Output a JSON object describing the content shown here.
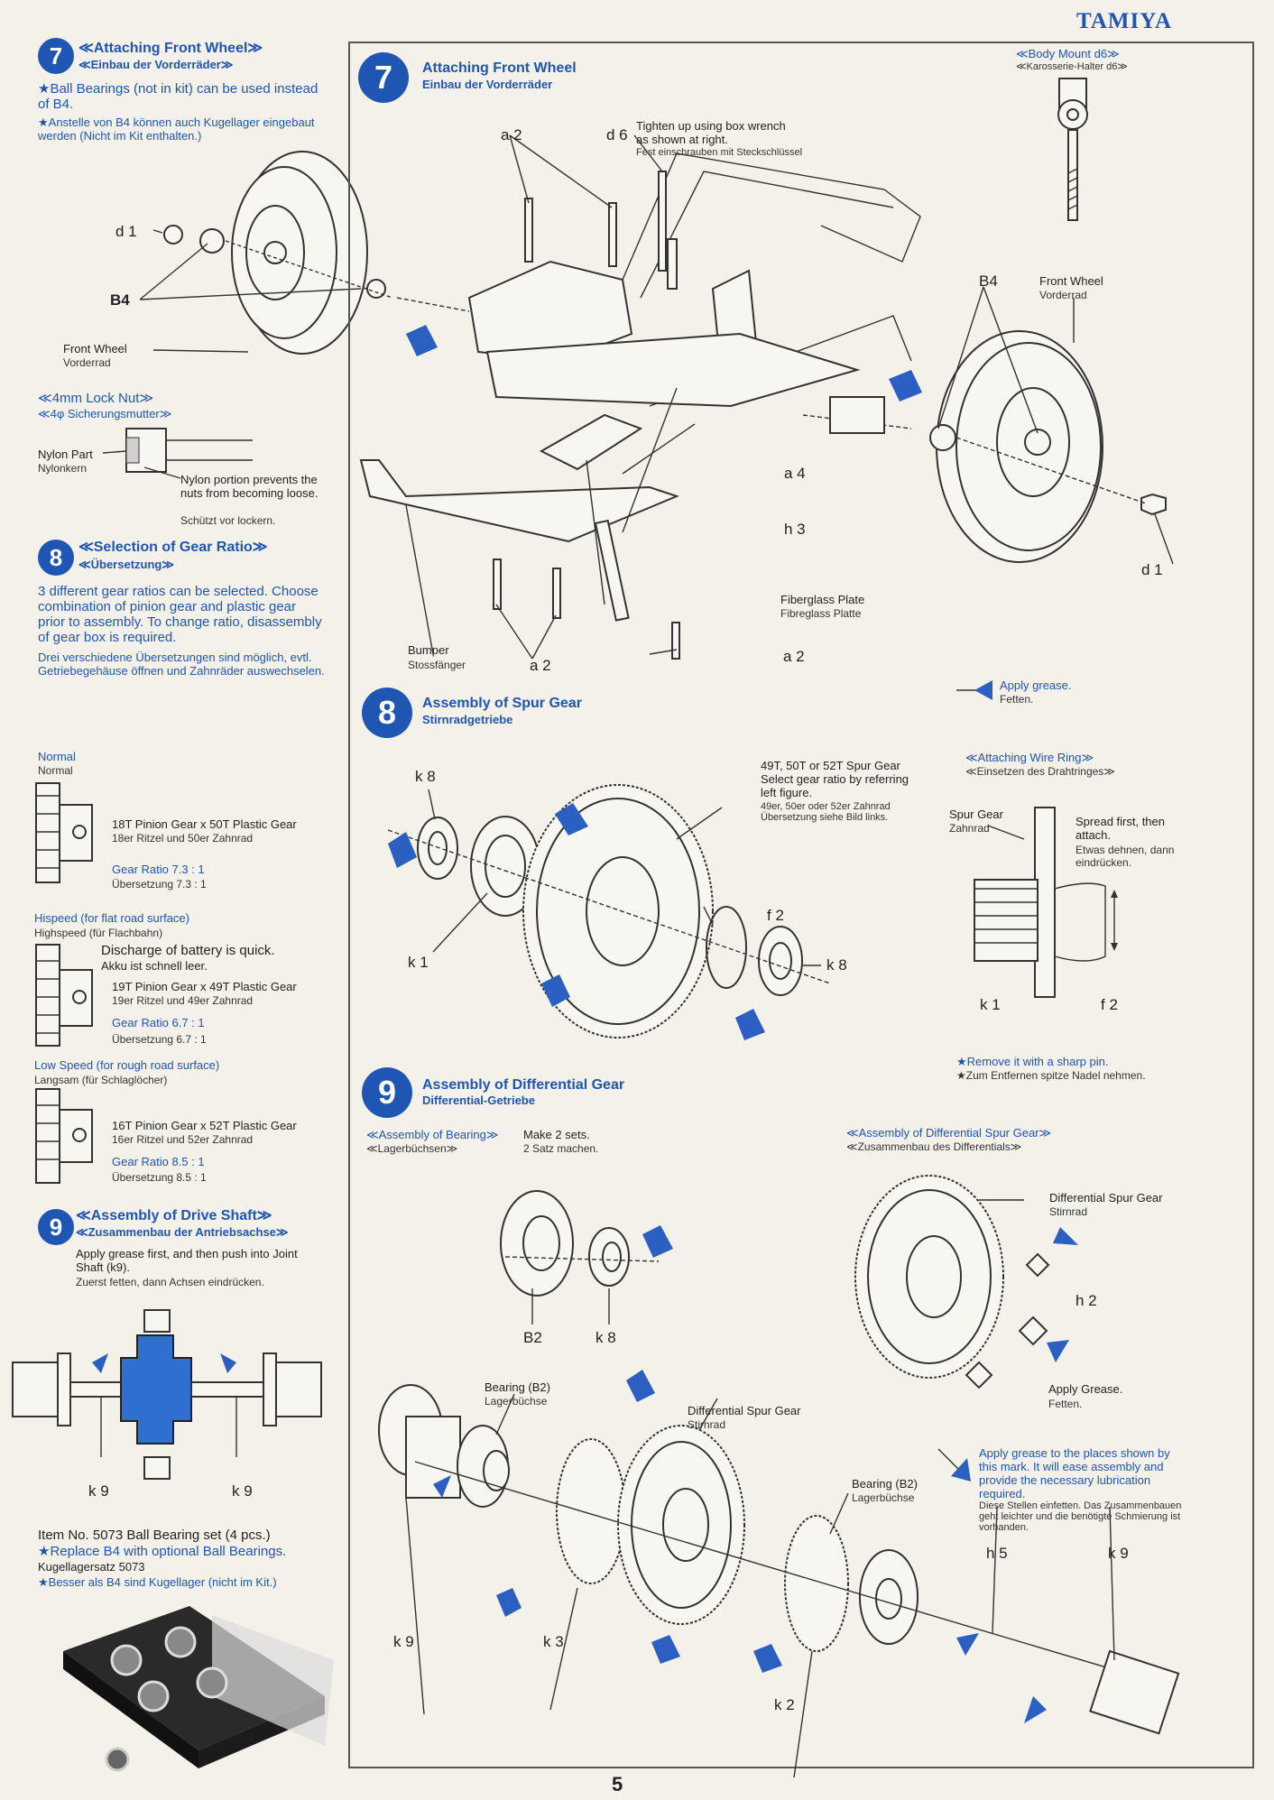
{
  "brand": "TAMIYA",
  "page_number": "5",
  "left": {
    "s7": {
      "num": "7",
      "title": "≪Attaching Front Wheel≫",
      "title_de": "≪Einbau der Vorderräder≫",
      "note_en": "★Ball Bearings (not in kit) can be used instead of B4.",
      "note_de": "★Anstelle von B4 können auch Kugellager eingebaut werden (Nicht im Kit enthalten.)",
      "lbl_d1": "d 1",
      "lbl_b4": "B4",
      "front_wheel": "Front Wheel",
      "front_wheel_de": "Vorderrad",
      "locknut_title": "≪4mm Lock Nut≫",
      "locknut_title_de": "≪4φ Sicherungsmutter≫",
      "nylon_part": "Nylon Part",
      "nylon_part_de": "Nylonkern",
      "nylon_note": "Nylon portion prevents the nuts from becoming loose.",
      "nylon_note_de": "Schützt vor lockern."
    },
    "s8": {
      "num": "8",
      "title": "≪Selection of Gear Ratio≫",
      "title_de": "≪Übersetzung≫",
      "text_en": "3 different gear ratios can be selected. Choose combination of pinion gear and plastic gear prior to assembly. To change ratio, disassembly of gear box is required.",
      "text_de": "Drei verschiedene Übersetzungen sind möglich, evtl. Getriebegehäuse öffnen und Zahnräder auswechselen.",
      "normal": {
        "name": "Normal",
        "name_de": "Normal",
        "gear": "18T Pinion Gear x 50T Plastic Gear",
        "gear_de": "18er Ritzel und 50er Zahnrad",
        "ratio": "Gear Ratio 7.3 : 1",
        "ratio_de": "Übersetzung 7.3 : 1"
      },
      "high": {
        "name": "Hispeed (for flat road surface)",
        "name_de": "Highspeed (für Flachbahn)",
        "warn": "Discharge of battery is quick.",
        "warn_de": "Akku ist schnell leer.",
        "gear": "19T Pinion Gear x 49T Plastic Gear",
        "gear_de": "19er Ritzel und 49er Zahnrad",
        "ratio": "Gear Ratio 6.7 : 1",
        "ratio_de": "Übersetzung 6.7 : 1"
      },
      "low": {
        "name": "Low Speed (for rough road surface)",
        "name_de": "Langsam (für Schlaglöcher)",
        "gear": "16T Pinion Gear x 52T Plastic Gear",
        "gear_de": "16er Ritzel und 52er Zahnrad",
        "ratio": "Gear Ratio 8.5 : 1",
        "ratio_de": "Übersetzung 8.5 : 1"
      }
    },
    "s9": {
      "num": "9",
      "title": "≪Assembly of Drive Shaft≫",
      "title_de": "≪Zusammenbau der Antriebsachse≫",
      "text_en": "Apply grease first, and then push into Joint Shaft (k9).",
      "text_de": "Zuerst fetten, dann Achsen eindrücken.",
      "lbl_k9": "k 9",
      "item": "Item No. 5073 Ball Bearing set (4 pcs.)",
      "replace": "★Replace B4 with optional Ball Bearings.",
      "kugel": "Kugellagersatz 5073",
      "besser": "★Besser als B4 sind Kugellager (nicht im Kit.)"
    }
  },
  "main": {
    "s7": {
      "num": "7",
      "title": "Attaching Front Wheel",
      "title_de": "Einbau der Vorderräder",
      "tighten": "Tighten up using box wrench as shown at right.",
      "tighten_de": "Fest einschrauben mit Steckschlüssel",
      "body_mount": "≪Body Mount d6≫",
      "body_mount_de": "≪Karosserie-Halter d6≫",
      "lbl_a2": "a 2",
      "lbl_d6": "d 6",
      "lbl_b4": "B4",
      "front_wheel": "Front Wheel",
      "front_wheel_de": "Vorderrad",
      "lbl_a4": "a 4",
      "lbl_h3": "h 3",
      "lbl_d1": "d 1",
      "fiberglass": "Fiberglass Plate",
      "fiberglass_de": "Fibreglass Platte",
      "bumper": "Bumper",
      "bumper_de": "Stossfänger",
      "grease": "Apply grease.",
      "grease_de": "Fetten."
    },
    "s8": {
      "num": "8",
      "title": "Assembly of Spur Gear",
      "title_de": "Stirnradgetriebe",
      "lbl_k8": "k 8",
      "lbl_k1": "k 1",
      "lbl_f2": "f 2",
      "spur_note": "49T, 50T or 52T Spur Gear Select gear ratio by referring left figure.",
      "spur_note_de": "49er, 50er oder 52er Zahnrad Übersetzung siehe Bild links.",
      "wire_ring": "≪Attaching Wire Ring≫",
      "wire_ring_de": "≪Einsetzen des Drahtringes≫",
      "spur_gear": "Spur Gear",
      "spur_gear_de": "Zahnrad",
      "spread": "Spread first, then attach.",
      "spread_de": "Etwas dehnen, dann eindrücken.",
      "remove": "★Remove it with a sharp pin.",
      "remove_de": "★Zum Entfernen spitze Nadel nehmen."
    },
    "s9": {
      "num": "9",
      "title": "Assembly of Differential Gear",
      "title_de": "Differential-Getriebe",
      "bearing_asm": "≪Assembly of Bearing≫",
      "bearing_asm_de": "≪Lagerbüchsen≫",
      "make2": "Make 2 sets.",
      "make2_de": "2 Satz machen.",
      "diff_asm": "≪Assembly of Differential Spur Gear≫",
      "diff_asm_de": "≪Zusammenbau des Differentials≫",
      "lbl_b2": "B2",
      "lbl_k8": "k 8",
      "diff_spur": "Differential Spur Gear",
      "diff_spur_de": "Stirnrad",
      "lbl_h2": "h 2",
      "apply_grease": "Apply Grease.",
      "apply_grease_de": "Fetten.",
      "bearing_b2": "Bearing (B2)",
      "bearing_b2_de": "Lagerbüchse",
      "grease_note": "Apply grease to the places shown by this mark. It will ease assembly and provide the necessary lubrication required.",
      "grease_note_de": "Diese Stellen einfetten. Das Zusammenbauen geht leichter und die benötigte Schmierung ist vorhanden.",
      "lbl_h5": "h 5",
      "lbl_k9": "k 9",
      "lbl_k3": "k 3",
      "lbl_k2": "k 2"
    }
  }
}
